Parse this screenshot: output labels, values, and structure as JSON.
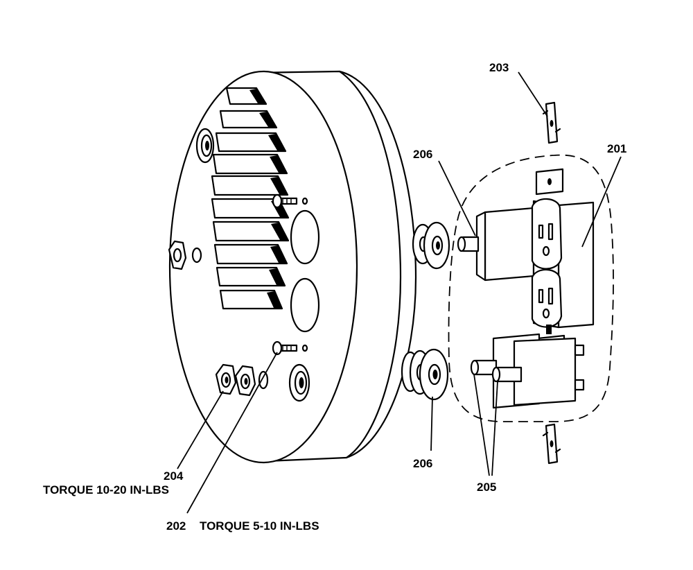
{
  "callouts": {
    "c201": "201",
    "c202": "202",
    "c203": "203",
    "c204": "204",
    "c205": "205",
    "c206_upper": "206",
    "c206_lower": "206"
  },
  "notes": {
    "torque_204": "TORQUE 10-20 IN-LBS",
    "torque_202": "TORQUE 5-10 IN-LBS"
  }
}
